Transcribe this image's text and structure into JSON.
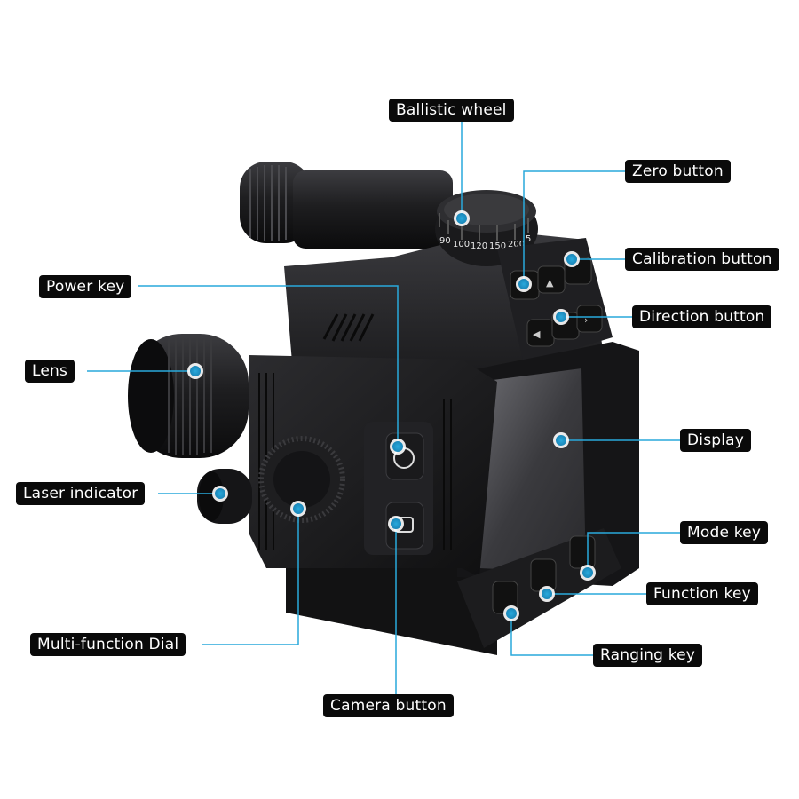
{
  "labels": {
    "ballistic_wheel": "Ballistic wheel",
    "zero_button": "Zero button",
    "calibration_button": "Calibration button",
    "power_key": "Power key",
    "direction_button": "Direction button",
    "lens": "Lens",
    "display": "Display",
    "laser_indicator": "Laser indicator",
    "mode_key": "Mode key",
    "function_key": "Function key",
    "ranging_key": "Ranging key",
    "multi_function_dial": "Multi-function Dial",
    "camera_button": "Camera button"
  },
  "dial_scale": [
    "90",
    "100",
    "120",
    "150",
    "200",
    "5"
  ],
  "colors": {
    "accent": "#29a9dc",
    "label_bg": "#0a0a0a",
    "label_text": "#ffffff",
    "device_body": "#1b1b1d"
  }
}
